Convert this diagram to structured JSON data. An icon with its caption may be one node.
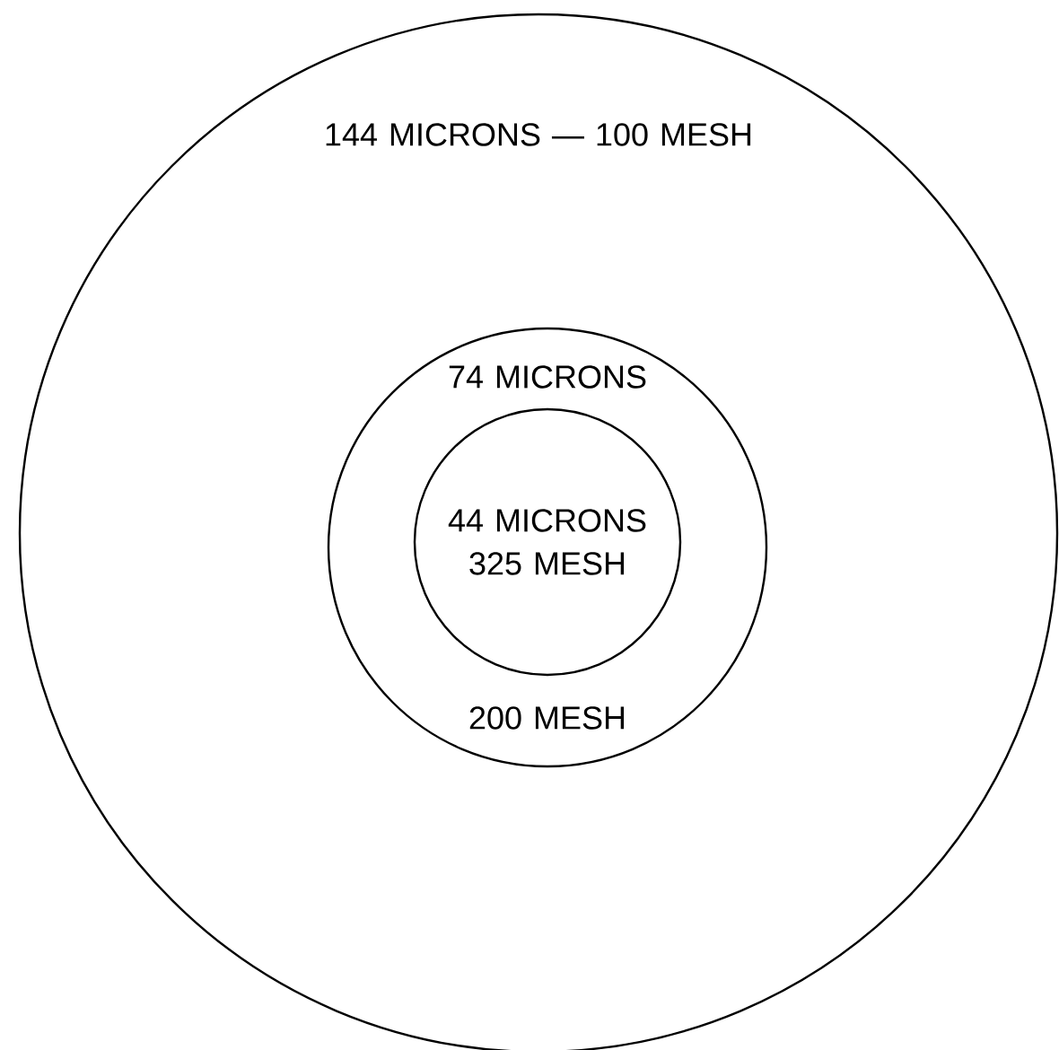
{
  "diagram": {
    "nodes": [
      {
        "text": [
          "144 MICRONS — 100 MESH"
        ]
      },
      {
        "text": [
          "74 MICRONS",
          "200 MESH"
        ],
        "in": 0
      },
      {
        "text": [
          "44 MICRONS 325 MESH"
        ],
        "in": 1
      }
    ]
  }
}
